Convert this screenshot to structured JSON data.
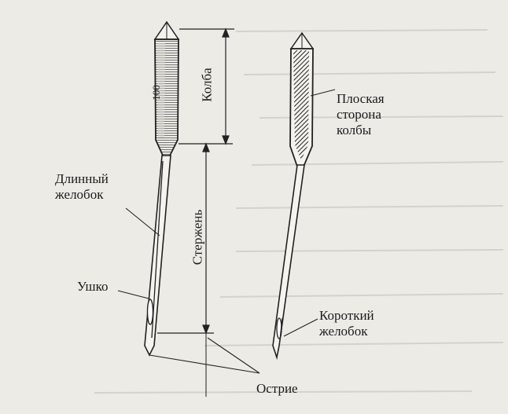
{
  "labels": {
    "kolba": "Колба",
    "sterzhen": "Стержень",
    "dlinny_line1": "Длинный",
    "dlinny_line2": "желобок",
    "ushko": "Ушко",
    "ostrie": "Острие",
    "ploskaya_line1": "Плоская",
    "ploskaya_line2": "сторона",
    "ploskaya_line3": "колбы",
    "korotky_line1": "Короткий",
    "korotky_line2": "желобок",
    "size_mark": "100"
  }
}
